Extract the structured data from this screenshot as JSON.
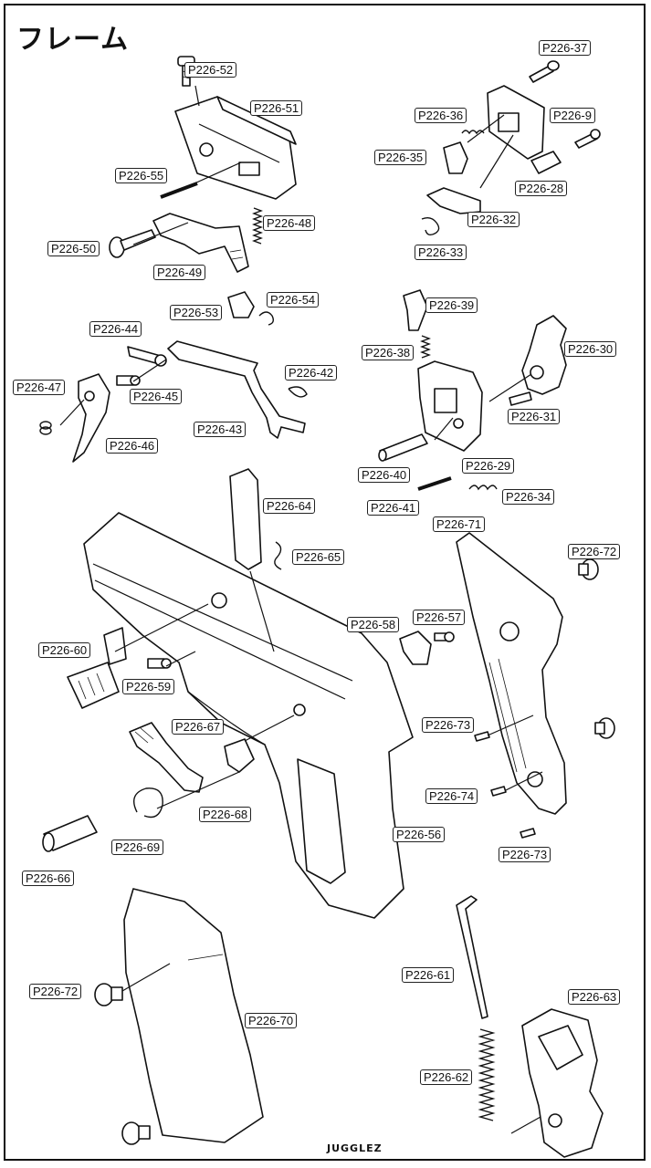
{
  "title": "フレーム",
  "watermark": "JUGGLEZ",
  "labels": [
    {
      "id": "p52",
      "text": "P226-52"
    },
    {
      "id": "p51",
      "text": "P226-51"
    },
    {
      "id": "p55",
      "text": "P226-55"
    },
    {
      "id": "p48",
      "text": "P226-48"
    },
    {
      "id": "p50",
      "text": "P226-50"
    },
    {
      "id": "p49",
      "text": "P226-49"
    },
    {
      "id": "p37",
      "text": "P226-37"
    },
    {
      "id": "p36",
      "text": "P226-36"
    },
    {
      "id": "p9",
      "text": "P226-9"
    },
    {
      "id": "p35",
      "text": "P226-35"
    },
    {
      "id": "p28",
      "text": "P226-28"
    },
    {
      "id": "p32",
      "text": "P226-32"
    },
    {
      "id": "p33",
      "text": "P226-33"
    },
    {
      "id": "p53",
      "text": "P226-53"
    },
    {
      "id": "p54",
      "text": "P226-54"
    },
    {
      "id": "p44",
      "text": "P226-44"
    },
    {
      "id": "p42",
      "text": "P226-42"
    },
    {
      "id": "p47",
      "text": "P226-47"
    },
    {
      "id": "p45",
      "text": "P226-45"
    },
    {
      "id": "p43",
      "text": "P226-43"
    },
    {
      "id": "p46",
      "text": "P226-46"
    },
    {
      "id": "p39",
      "text": "P226-39"
    },
    {
      "id": "p38",
      "text": "P226-38"
    },
    {
      "id": "p30",
      "text": "P226-30"
    },
    {
      "id": "p31",
      "text": "P226-31"
    },
    {
      "id": "p29",
      "text": "P226-29"
    },
    {
      "id": "p40",
      "text": "P226-40"
    },
    {
      "id": "p34",
      "text": "P226-34"
    },
    {
      "id": "p41",
      "text": "P226-41"
    },
    {
      "id": "p64",
      "text": "P226-64"
    },
    {
      "id": "p71",
      "text": "P226-71"
    },
    {
      "id": "p65",
      "text": "P226-65"
    },
    {
      "id": "p72a",
      "text": "P226-72"
    },
    {
      "id": "p58",
      "text": "P226-58"
    },
    {
      "id": "p57",
      "text": "P226-57"
    },
    {
      "id": "p60",
      "text": "P226-60"
    },
    {
      "id": "p59",
      "text": "P226-59"
    },
    {
      "id": "p67",
      "text": "P226-67"
    },
    {
      "id": "p73a",
      "text": "P226-73"
    },
    {
      "id": "p74",
      "text": "P226-74"
    },
    {
      "id": "p68",
      "text": "P226-68"
    },
    {
      "id": "p56",
      "text": "P226-56"
    },
    {
      "id": "p69",
      "text": "P226-69"
    },
    {
      "id": "p73b",
      "text": "P226-73"
    },
    {
      "id": "p66",
      "text": "P226-66"
    },
    {
      "id": "p61",
      "text": "P226-61"
    },
    {
      "id": "p63",
      "text": "P226-63"
    },
    {
      "id": "p72b",
      "text": "P226-72"
    },
    {
      "id": "p70",
      "text": "P226-70"
    },
    {
      "id": "p62",
      "text": "P226-62"
    }
  ]
}
